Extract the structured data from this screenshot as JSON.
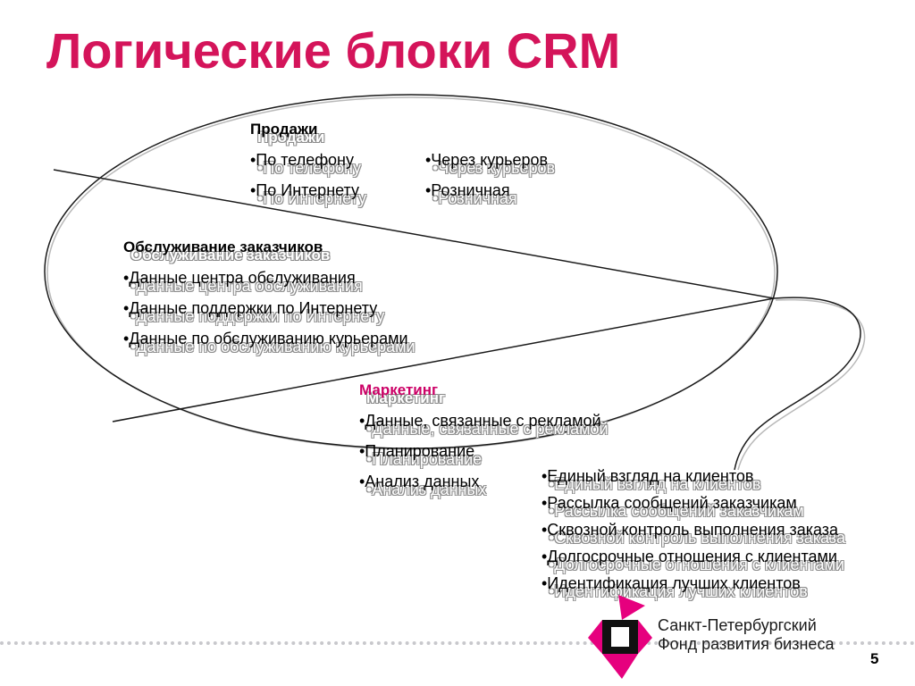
{
  "title": "Логические блоки CRM",
  "sales": {
    "heading": "Продажи",
    "left_items": [
      "•По телефону",
      "•По Интернету"
    ],
    "right_items": [
      "•Через курьеров",
      "•Розничная"
    ]
  },
  "service": {
    "heading": "Обслуживание заказчиков",
    "items": [
      "•Данные центра обслуживания",
      "•Данные поддержки по Интернету",
      "•Данные по обслуживанию курьерами"
    ]
  },
  "marketing": {
    "heading": "Маркетинг",
    "items": [
      "•Данные, связанные с рекламой",
      "•Планирование",
      "•Анализ данных"
    ]
  },
  "benefits": {
    "items": [
      "•Единый взгляд на клиентов",
      "•Рассылка сообщений заказчикам",
      "•Сквозной контроль выполнения заказа",
      "•Долгосрочные отношения с клиентами",
      "•Идентификация лучших клиентов"
    ]
  },
  "logo": {
    "line1": "Санкт-Петербургский",
    "line2": "Фонд развития бизнеса",
    "accent_color": "#e6007e"
  },
  "page_number": "5",
  "colors": {
    "title": "#d4145a",
    "marketing_heading": "#cc0066",
    "footer_dots": "#c8c8cc"
  }
}
